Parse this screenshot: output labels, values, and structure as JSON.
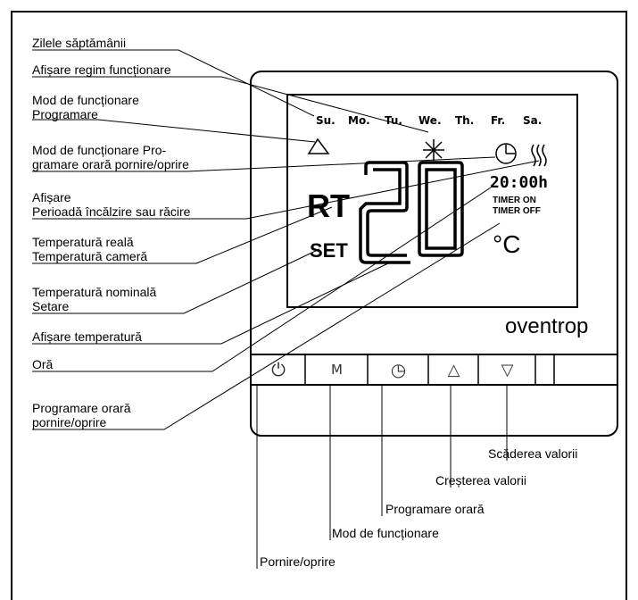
{
  "labels": {
    "zile": "Zilele săptămânii",
    "afisare_regim": "Afișare regim funcționare",
    "mod_prog_1": "Mod de funcționare",
    "mod_prog_2": "Programare",
    "mod_ora_1": "Mod de funcționare Pro-",
    "mod_ora_2": "gramare orară pornire/oprire",
    "afisare_per_1": "Afișare",
    "afisare_per_2": "Perioadă încălzire sau răcire",
    "temp_reala_1": "Temperatură reală",
    "temp_reala_2": "Temperatură cameră",
    "temp_nom_1": "Temperatură nominală",
    "temp_nom_2": "Setare",
    "afisare_temp": "Afișare temperatură",
    "ora": "Oră",
    "prog_ora_1": "Programare orară",
    "prog_ora_2": "pornire/oprire",
    "scaderea": "Scăderea valorii",
    "cresterea": "Creșterea valorii",
    "programare_orara": "Programare orară",
    "mod_functionare": "Mod de funcționare",
    "pornire": "Pornire/oprire"
  },
  "display": {
    "days": [
      "Su.",
      "Mo.",
      "Tu.",
      "We.",
      "Th.",
      "Fr.",
      "Sa."
    ],
    "rt": "RT",
    "set": "SET",
    "temperature": "20",
    "clock": "20:00h",
    "timer_on": "TIMER ON",
    "timer_off": "TIMER OFF",
    "unit": "°C",
    "brand": "oventrop"
  },
  "buttons": {
    "power": "⏻",
    "mode": "M",
    "clock_prog": "◷",
    "up": "△",
    "down": "▽"
  }
}
